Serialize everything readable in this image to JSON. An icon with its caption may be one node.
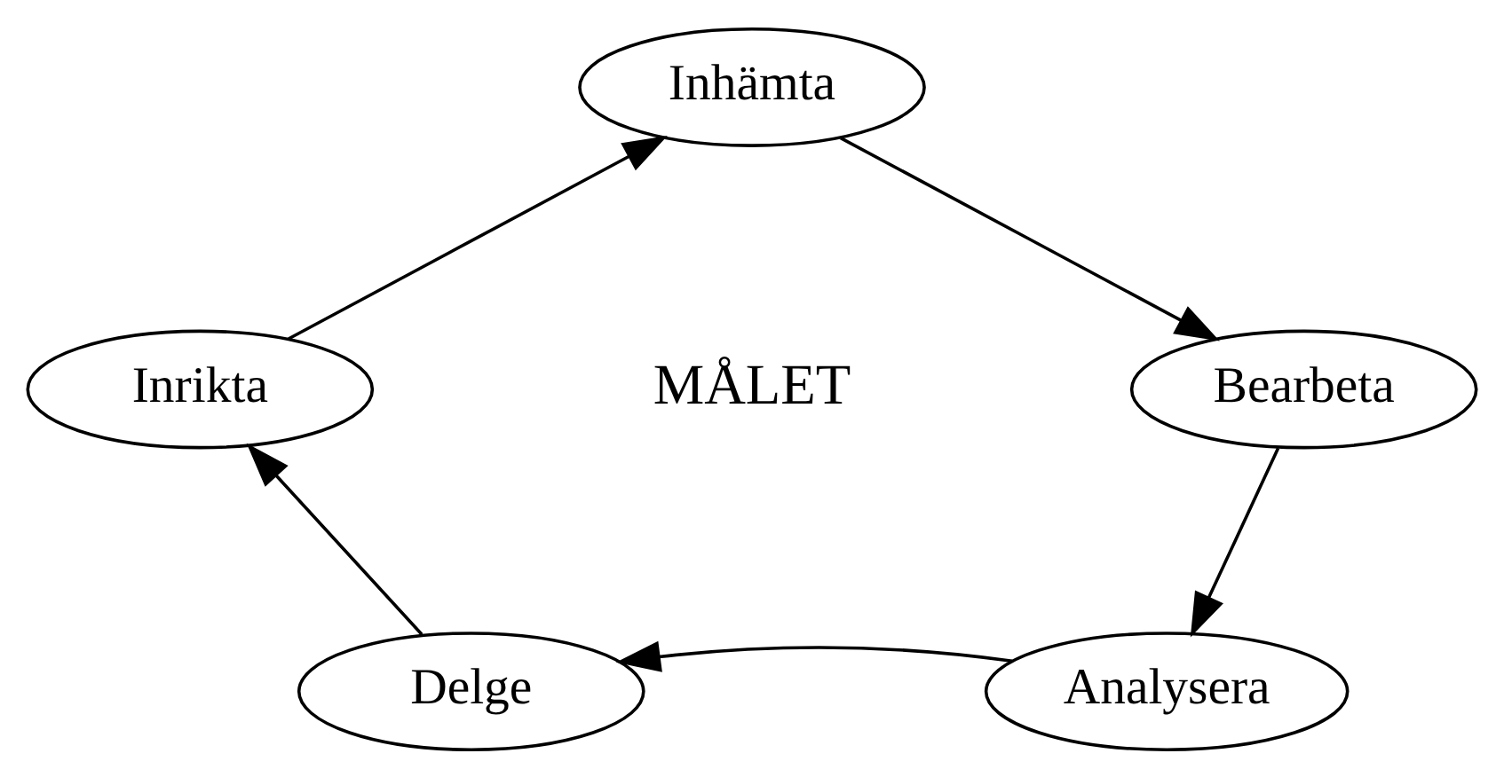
{
  "diagram": {
    "nodes": [
      {
        "text": [
          "Inhämta"
        ]
      },
      {
        "text": [
          "Bearbeta"
        ]
      },
      {
        "text": [
          "Analysera"
        ]
      },
      {
        "text": [
          "Delge"
        ]
      },
      {
        "text": [
          "Inrikta"
        ]
      }
    ],
    "edges": [
      {
        "from": 0,
        "to": 1,
        "arrow": "to"
      },
      {
        "from": 1,
        "to": 2,
        "arrow": "to"
      },
      {
        "from": 2,
        "to": 3,
        "arrow": "to"
      },
      {
        "from": 3,
        "to": 4,
        "arrow": "to"
      },
      {
        "from": 4,
        "to": 0,
        "arrow": "to"
      }
    ],
    "labels": [
      "MÅLET"
    ]
  }
}
